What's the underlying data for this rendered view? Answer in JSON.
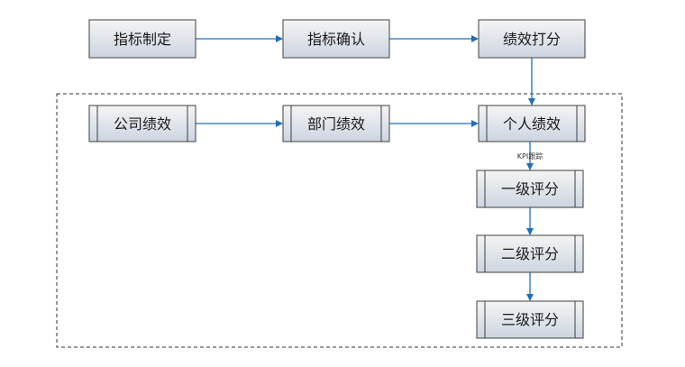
{
  "colors": {
    "edge": "#1f6fb8",
    "box_fill_top": "#f2f2f2",
    "box_fill_bottom": "#cfd7e3",
    "box_stroke": "#3f3f3f"
  },
  "nodes": {
    "zhibiao_zhiding": {
      "label": "指标制定",
      "shape": "process"
    },
    "zhibiao_queren": {
      "label": "指标确认",
      "shape": "process"
    },
    "jixiao_dafen": {
      "label": "绩效打分",
      "shape": "process"
    },
    "gongsi_jixiao": {
      "label": "公司绩效",
      "shape": "predefined-process"
    },
    "bumen_jixiao": {
      "label": "部门绩效",
      "shape": "predefined-process"
    },
    "geren_jixiao": {
      "label": "个人绩效",
      "shape": "predefined-process"
    },
    "yiji_pingfen": {
      "label": "一级评分",
      "shape": "predefined-process"
    },
    "erji_pingfen": {
      "label": "二级评分",
      "shape": "predefined-process"
    },
    "sanji_pingfen": {
      "label": "三级评分",
      "shape": "predefined-process"
    }
  },
  "edges": [
    {
      "from": "zhibiao_zhiding",
      "to": "zhibiao_queren",
      "label": ""
    },
    {
      "from": "zhibiao_queren",
      "to": "jixiao_dafen",
      "label": ""
    },
    {
      "from": "jixiao_dafen",
      "to": "geren_jixiao",
      "label": ""
    },
    {
      "from": "gongsi_jixiao",
      "to": "bumen_jixiao",
      "label": ""
    },
    {
      "from": "bumen_jixiao",
      "to": "geren_jixiao",
      "label": ""
    },
    {
      "from": "geren_jixiao",
      "to": "yiji_pingfen",
      "label": "KPI跟踪"
    },
    {
      "from": "yiji_pingfen",
      "to": "erji_pingfen",
      "label": ""
    },
    {
      "from": "erji_pingfen",
      "to": "sanji_pingfen",
      "label": ""
    }
  ],
  "edge_label_kpi": "KPI跟踪"
}
